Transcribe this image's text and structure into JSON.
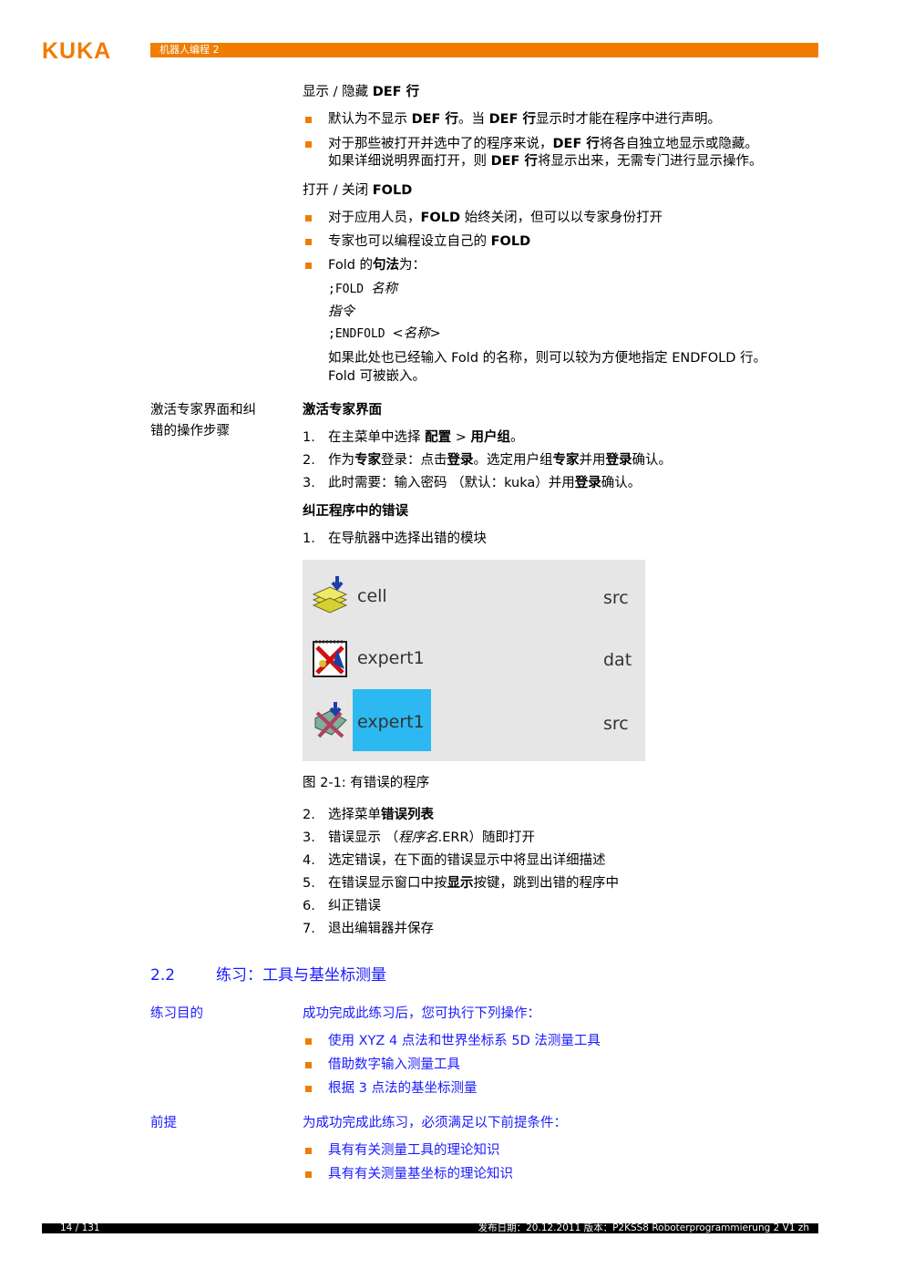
{
  "header": {
    "logo": "KUKA",
    "title": "机器人编程 2"
  },
  "footer": {
    "page": "14 / 131",
    "publication": "发布日期：20.12.2011 版本：P2KSS8 Roboterprogrammierung 2 V1 zh"
  },
  "def_section": {
    "heading_pre": "显示 / 隐藏 ",
    "heading_b": "DEF 行",
    "b1_a": "默认为不显示 ",
    "b1_b": "DEF 行",
    "b1_c": "。当 ",
    "b1_d": "DEF 行",
    "b1_e": "显示时才能在程序中进行声明。",
    "b2_a": "对于那些被打开并选中了的程序来说，",
    "b2_b": "DEF 行",
    "b2_c": "将各自独立地显示或隐藏。",
    "b2_d": "如果详细说明界面打开，则 ",
    "b2_e": "DEF 行",
    "b2_f": "将显示出来，无需专门进行显示操作。"
  },
  "fold_section": {
    "heading_pre": "打开 / 关闭 ",
    "heading_b": "FOLD",
    "b1_a": "对于应用人员，",
    "b1_b": "FOLD",
    "b1_c": " 始终关闭，但可以以专家身份打开",
    "b2_a": "专家也可以编程设立自己的 ",
    "b2_b": "FOLD",
    "b3_a": "Fold 的",
    "b3_b": "句法",
    "b3_c": "为：",
    "code1_a": ";FOLD ",
    "code1_b": "名称",
    "code2": "指令",
    "code3_a": ";ENDFOLD ",
    "code3_b": "<名称>",
    "note1": "如果此处也已经输入 Fold 的名称，则可以较为方便地指定 ENDFOLD 行。",
    "note2": "Fold 可被嵌入。"
  },
  "expert_section": {
    "side_label_1": "激活专家界面和纠",
    "side_label_2": "错的操作步骤",
    "heading": "激活专家界面",
    "steps": [
      {
        "n": "1.",
        "a": "在主菜单中选择 ",
        "b": "配置",
        "c": " > ",
        "d": "用户组",
        "e": "。"
      },
      {
        "n": "2.",
        "a": "作为",
        "b": "专家",
        "c": "登录：点击",
        "d": "登录",
        "e": "。选定用户组",
        "f": "专家",
        "g": "并用",
        "h": "登录",
        "i": "确认。"
      },
      {
        "n": "3.",
        "a": "此时需要：输入密码 （默认：kuka）并用",
        "b": "登录",
        "c": "确认。"
      }
    ]
  },
  "error_section": {
    "heading": "纠正程序中的错误",
    "step1_n": "1.",
    "step1": "在导航器中选择出错的模块",
    "figure": {
      "rows": [
        {
          "name": "cell",
          "type": "src",
          "icon": "module-folder-icon"
        },
        {
          "name": "expert1",
          "type": "dat",
          "icon": "error-data-file-icon"
        },
        {
          "name": "expert1",
          "type": "src",
          "icon": "error-source-file-icon"
        }
      ],
      "caption": "图  2-1: 有错误的程序"
    },
    "steps": [
      {
        "n": "2.",
        "a": "选择菜单",
        "b": "错误列表",
        "c": ""
      },
      {
        "n": "3.",
        "a": "错误显示 （",
        "b": "程序名",
        "c": ".ERR）随即打开"
      },
      {
        "n": "4.",
        "a": "选定错误，在下面的错误显示中将显出详细描述",
        "b": "",
        "c": ""
      },
      {
        "n": "5.",
        "a": "在错误显示窗口中按",
        "b": "显示",
        "c": "按键，跳到出错的程序中"
      },
      {
        "n": "6.",
        "a": "纠正错误",
        "b": "",
        "c": ""
      },
      {
        "n": "7.",
        "a": "退出编辑器并保存",
        "b": "",
        "c": ""
      }
    ]
  },
  "exercise": {
    "number": "2.2",
    "title": "练习：工具与基坐标测量",
    "goal_label": "练习目的",
    "goal_intro": "成功完成此练习后，您可执行下列操作：",
    "goals": [
      "使用 XYZ 4 点法和世界坐标系 5D 法测量工具",
      "借助数字输入测量工具",
      "根据 3 点法的基坐标测量"
    ],
    "prereq_label": "前提",
    "prereq_intro": "为成功完成此练习，必须满足以下前提条件：",
    "prereqs": [
      "具有有关测量工具的理论知识",
      "具有有关测量基坐标的理论知识"
    ]
  },
  "colors": {
    "accent": "#f07c00",
    "link_blue": "#1a1aff",
    "selection": "#2cb8f0"
  }
}
